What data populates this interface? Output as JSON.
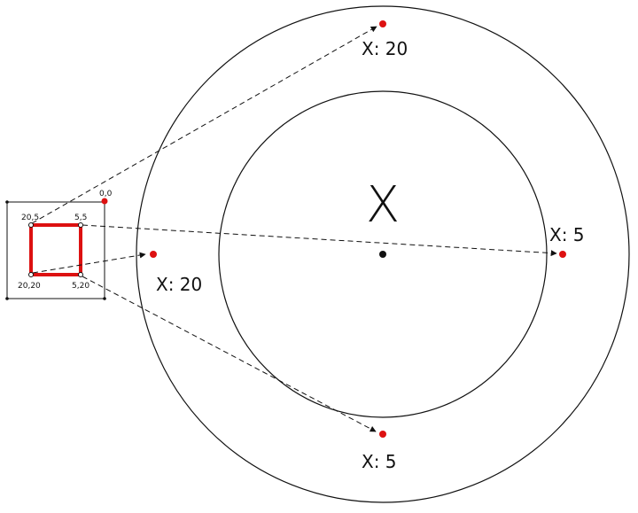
{
  "colors": {
    "stroke": "#111111",
    "highlight": "#dd1111",
    "background": "#ffffff"
  },
  "diagram": {
    "center_label": "X",
    "inset": {
      "origin_label": "0,0",
      "corner_labels": {
        "top_left": "20,5",
        "top_right": "5,5",
        "bottom_left": "20,20",
        "bottom_right": "5,20"
      }
    },
    "points": {
      "top": {
        "label": "X: 20"
      },
      "right": {
        "label": "X: 5"
      },
      "left": {
        "label": "X: 20"
      },
      "bottom": {
        "label": "X: 5"
      }
    }
  }
}
